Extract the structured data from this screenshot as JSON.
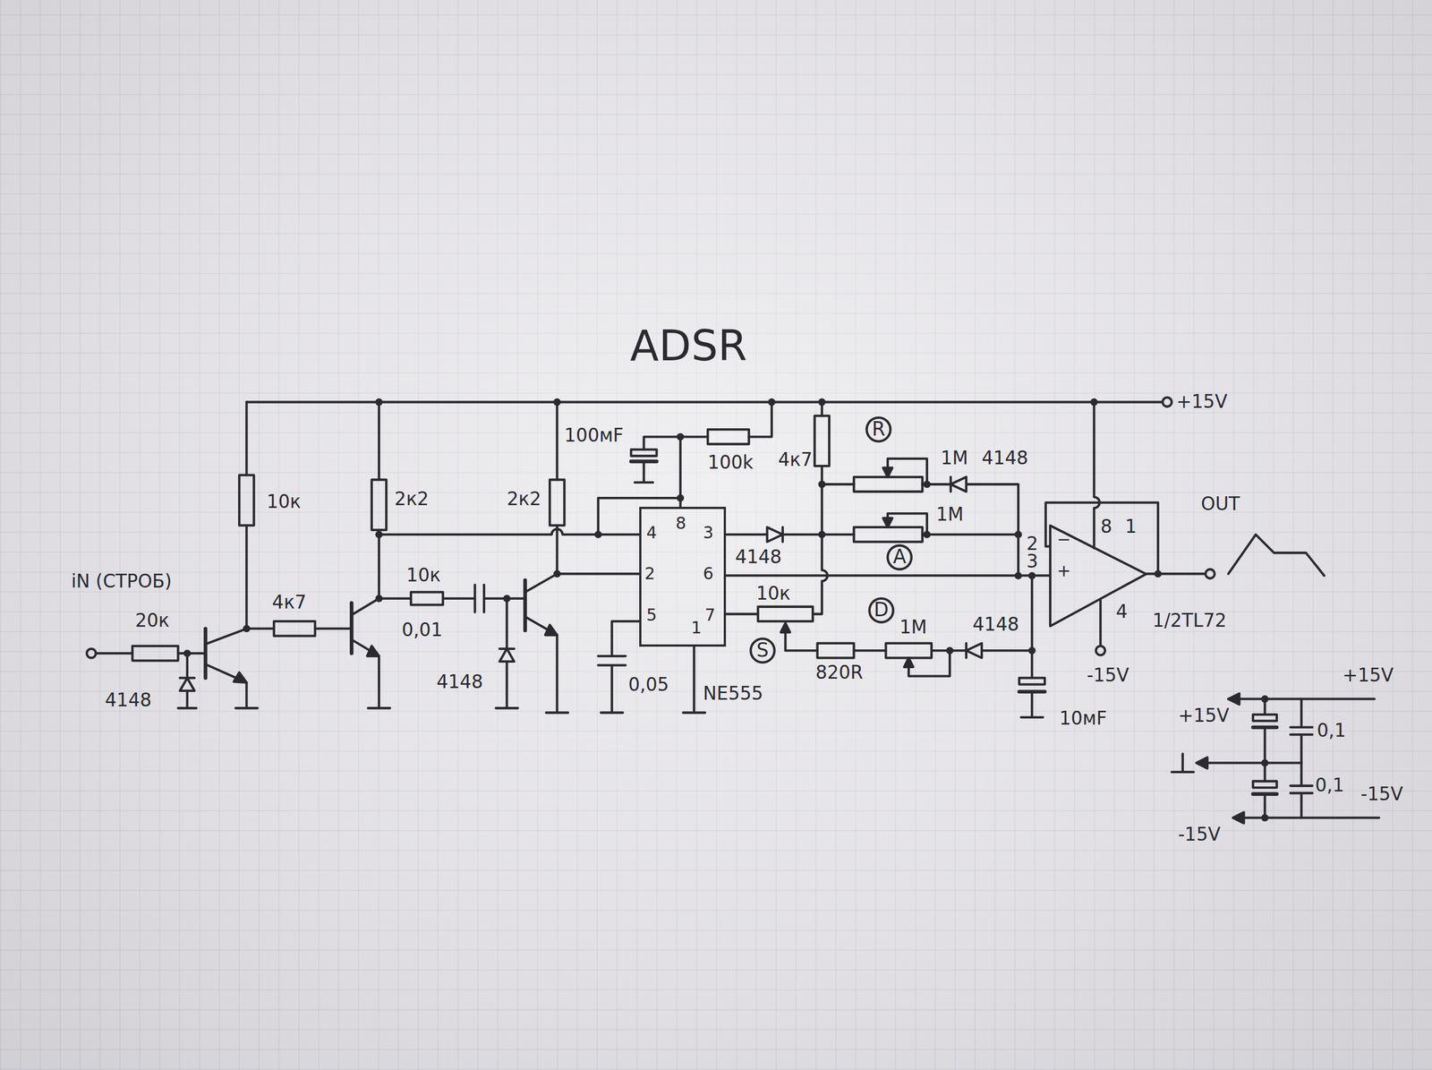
{
  "diagram": {
    "title": "ADSR",
    "nodes": [
      {
        "text": [
          "4",
          "8",
          "3",
          "2",
          "6",
          "5",
          "1",
          "7",
          "NE555"
        ]
      },
      {
        "text": [
          "−",
          "+"
        ]
      }
    ],
    "edges": [
      {
        "from": 0,
        "to": 1,
        "arrow": "none"
      }
    ],
    "labels": [
      "+15V",
      "100мF",
      "100k",
      "4к7",
      "R",
      "1M",
      "4148",
      "1M",
      "A",
      "4148",
      "10к",
      "2к2",
      "2к2",
      "iN (СТРОБ)",
      "20к",
      "4148",
      "4к7",
      "10к",
      "0,01",
      "4148",
      "0,05",
      "10к",
      "S",
      "820R",
      "D",
      "1M",
      "4148",
      "10мF",
      "OUT",
      "2",
      "3",
      "8",
      "1",
      "4",
      "1/2TL72",
      "-15V",
      "+15V",
      "+15V",
      "0,1",
      "0,1",
      "-15V",
      "-15V"
    ]
  }
}
